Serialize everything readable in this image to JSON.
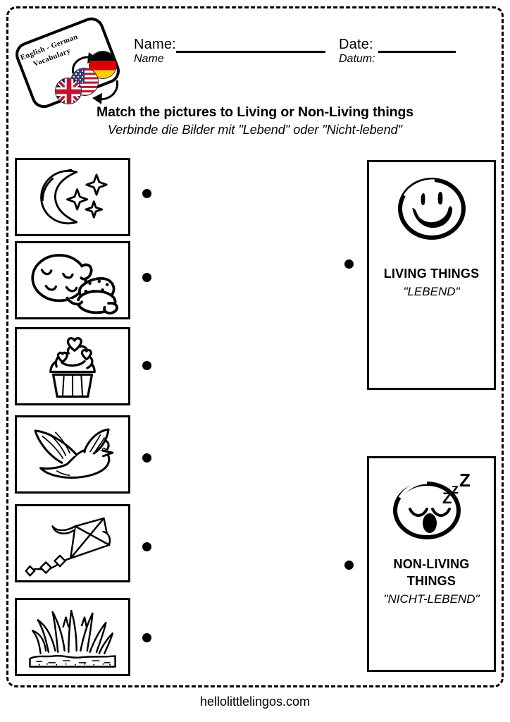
{
  "worksheet": {
    "logo": {
      "line1": "English - German",
      "line2": "Vocabulary",
      "flags": [
        "uk-flag-icon",
        "usa-flag-icon",
        "germany-flag-icon"
      ]
    },
    "header": {
      "name_label": "Name:",
      "name_sub": "Name",
      "name_value": "",
      "date_label": "Date:",
      "date_sub": "Datum:",
      "date_value": ""
    },
    "title": {
      "main": "Match the pictures to Living or Non-Living things",
      "sub": "Verbinde die Bilder mit \"Lebend\" oder \"Nicht-lebend\""
    },
    "pictures": [
      {
        "name": "moon-and-stars-image",
        "icon": "crescent-moon-icon"
      },
      {
        "name": "sleeping-baby-image",
        "icon": "baby-icon"
      },
      {
        "name": "cupcake-image",
        "icon": "cupcake-icon"
      },
      {
        "name": "flying-bird-image",
        "icon": "bird-icon"
      },
      {
        "name": "kite-image",
        "icon": "kite-icon"
      },
      {
        "name": "grass-image",
        "icon": "grass-icon"
      }
    ],
    "categories": [
      {
        "name": "living-things",
        "icon": "smiley-face-icon",
        "label": "LIVING THINGS",
        "sub": "\"LEBEND\""
      },
      {
        "name": "non-living-things",
        "icon": "sleeping-face-icon",
        "label_line1": "NON-LIVING",
        "label_line2": "THINGS",
        "sub": "\"NICHT-LEBEND\""
      }
    ],
    "footer": {
      "website": "hellolittlelingos.com"
    },
    "colors": {
      "ink": "#000000",
      "paper": "#ffffff",
      "flag_red": "#cc0000",
      "flag_gold": "#ffcc00",
      "flag_blue": "#012169"
    }
  }
}
